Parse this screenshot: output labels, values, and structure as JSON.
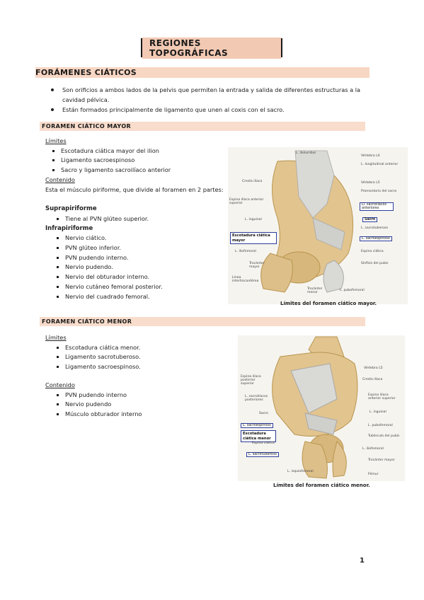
{
  "title": "REGIONES TOPOGRÁFICAS",
  "main_heading": "FORÁMENES CIÁTICOS",
  "intro_bullets": [
    "Son orificios a ambos lados de la pelvis que permiten la entrada y salida de diferentes estructuras a la cavidad pélvica.",
    "Están formados principalmente de ligamento que unen al coxis con el sacro."
  ],
  "mayor": {
    "heading": "FORAMEN CIÁTICO MAYOR",
    "limites_title": "Límites",
    "limites": [
      "Escotadura ciática mayor del ilion",
      "Ligamento sacroespinoso",
      "Sacro y ligamento sacroilíaco anterior"
    ],
    "contenido_title": "Contenido",
    "contenido_text": "Esta el músculo piriforme, que divide al foramen en 2 partes:",
    "supra_title": "Suprapiriforme",
    "supra_items": [
      "Tiene al PVN glúteo superior."
    ],
    "infra_title": "Infrapiriforme",
    "infra_items": [
      "Nervio ciático.",
      "PVN glúteo inferior.",
      "PVN pudendo interno.",
      "Nervio pudendo.",
      "Nervio del obturador interno.",
      "Nervio cutáneo femoral posterior.",
      "Nervio del cuadrado femoral."
    ],
    "figure": {
      "caption": "Límites del foramen ciático mayor.",
      "labels_right": [
        "Vértebra L4",
        "L. longitudinal anterior",
        "Vértebra L5",
        "Promontorio del sacro",
        "Ll. sacroilíacos anteriores",
        "Sacro",
        "L. sacrotuberoso",
        "L. sacroespinoso",
        "Espina ciática",
        "Sínfisis del pubis"
      ],
      "labels_left": [
        "L. iliolumbar",
        "Cresta ilíaca",
        "Espina ilíaca anterior superior",
        "L. inguinal",
        "Escotadura ciática mayor",
        "L. iliofemoral",
        "Trocánter mayor",
        "Línea intertrocantérea"
      ],
      "labels_bottom": [
        "Trocánter menor",
        "L. pubofemoral"
      ]
    }
  },
  "menor": {
    "heading": "FORAMEN CIÁTICO MENOR",
    "limites_title": "Límites",
    "limites": [
      "Escotadura ciática menor.",
      "Ligamento sacrotuberoso.",
      "Ligamento sacroespinoso."
    ],
    "contenido_title": "Contenido",
    "contenido": [
      "PVN pudendo interno",
      "Nervio pudendo",
      "Músculo obturador interno"
    ],
    "figure": {
      "caption": "Límites del foramen ciático menor.",
      "labels_left": [
        "Espina ilíaca posterior superior",
        "L. sacroilíacos posteriores",
        "Sacro",
        "L. sacroespinoso",
        "Escotadura ciática menor",
        "Espina ciática",
        "L. sacrotuberoso",
        "L. isquiofemoral"
      ],
      "labels_right": [
        "Vértebra L5",
        "Cresta ilíaca",
        "Espina ilíaca anterior superior",
        "L. inguinal",
        "L. pubofemoral",
        "Tubérculo del pubis",
        "L. iliofemoral",
        "Trocánter mayor",
        "Fémur"
      ]
    }
  },
  "page_number": "1",
  "colors": {
    "heading_bar": "#f7d6c3",
    "title_fill": "#f2c9b3",
    "label_box": "#2a3d9a",
    "bone": "#e2c48f",
    "ligament": "#d9d9d6"
  }
}
